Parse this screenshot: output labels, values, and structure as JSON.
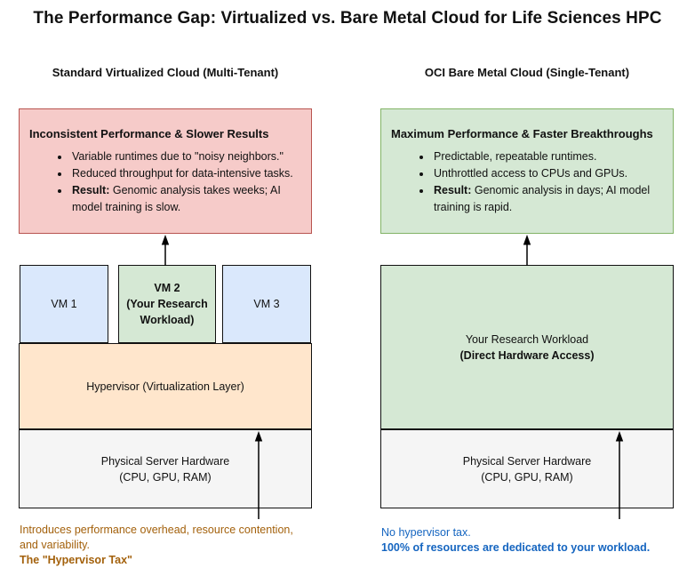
{
  "title": "The Performance Gap: Virtualized vs. Bare Metal Cloud for Life Sciences HPC",
  "colors": {
    "red_fill": "#f6cbc9",
    "red_border": "#b85450",
    "green_fill": "#d5e8d4",
    "green_border": "#82b366",
    "blue_fill": "#dae8fc",
    "blue_border": "#6c8ebf",
    "orange_fill": "#ffe6cc",
    "orange_border": "#d79b00",
    "gray_fill": "#f5f5f5",
    "gray_border": "#949494",
    "caption_orange": "#a3610c",
    "caption_blue": "#1565c0"
  },
  "left": {
    "header": "Standard Virtualized Cloud (Multi-Tenant)",
    "result": {
      "title": "Inconsistent Performance & Slower Results",
      "bullets": [
        {
          "bold": "",
          "text": "Variable runtimes due to \"noisy neighbors.\""
        },
        {
          "bold": "",
          "text": "Reduced throughput for data-intensive tasks."
        },
        {
          "bold": "Result:",
          "text": " Genomic analysis takes weeks; AI model training is slow."
        }
      ]
    },
    "vm1": "VM 1",
    "vm2": {
      "line1": "VM 2",
      "line2": "(Your Research",
      "line3": "Workload)"
    },
    "vm3": "VM 3",
    "hypervisor": "Hypervisor (Virtualization Layer)",
    "hardware": {
      "line1": "Physical Server Hardware",
      "line2": "(CPU, GPU, RAM)"
    },
    "caption": {
      "line1": "Introduces performance overhead, resource contention,",
      "line2": "and variability.",
      "bold_line": "The \"Hypervisor Tax\""
    }
  },
  "right": {
    "header": "OCI Bare Metal Cloud (Single-Tenant)",
    "result": {
      "title": "Maximum Performance & Faster Breakthroughs",
      "bullets": [
        {
          "bold": "",
          "text": "Predictable, repeatable runtimes."
        },
        {
          "bold": "",
          "text": "Unthrottled access to CPUs and GPUs."
        },
        {
          "bold": "Result:",
          "text": " Genomic analysis in days; AI model training is rapid."
        }
      ]
    },
    "workload": {
      "line1": "Your Research Workload",
      "line2": "(Direct Hardware Access)"
    },
    "hardware": {
      "line1": "Physical Server Hardware",
      "line2": "(CPU, GPU, RAM)"
    },
    "caption": {
      "line1": "No hypervisor tax.",
      "bold_line": "100% of resources are dedicated to your workload."
    }
  }
}
